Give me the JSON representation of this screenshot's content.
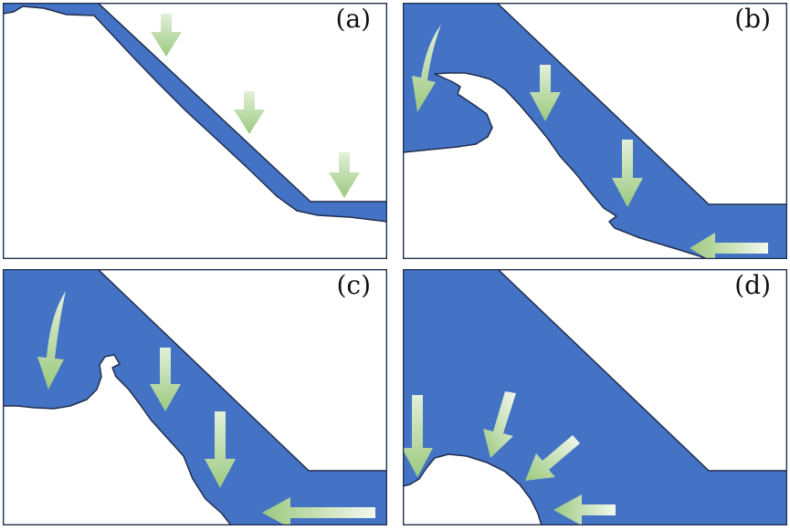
{
  "panels": [
    {
      "id": "a",
      "label": "(a)"
    },
    {
      "id": "b",
      "label": "(b)"
    },
    {
      "id": "c",
      "label": "(c)"
    },
    {
      "id": "d",
      "label": "(d)"
    }
  ],
  "colors": {
    "water": "#4472c4",
    "outline": "#1f2d4d",
    "arrow": "#a9d18e",
    "frame": "#1f2d4d",
    "background": "#ffffff"
  },
  "icons": [
    "flow-arrow-icon"
  ]
}
